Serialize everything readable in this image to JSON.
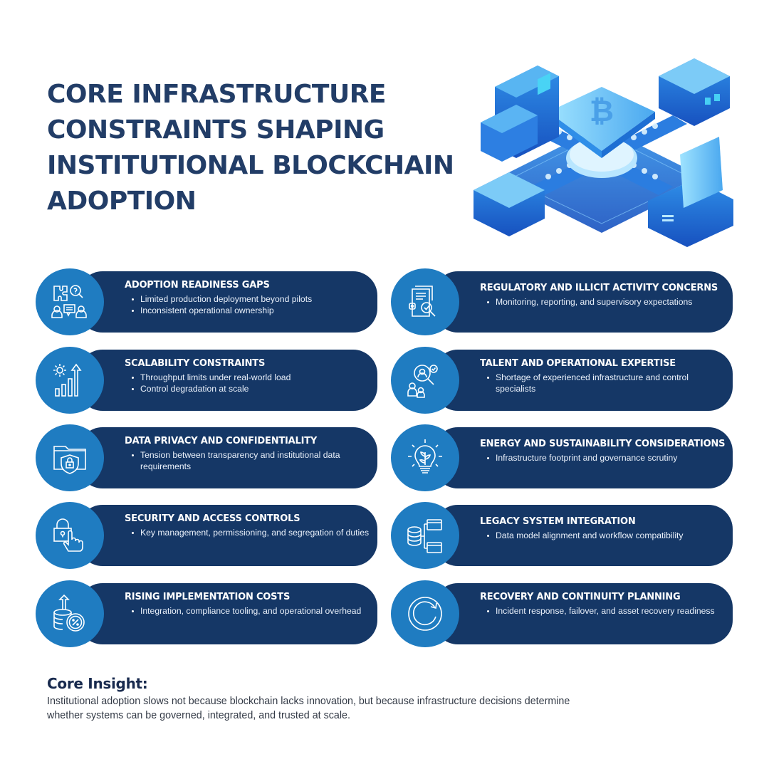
{
  "header": {
    "title": "Core Infrastructure Constraints Shaping Institutional Blockchain Adoption",
    "hero_illustration": "isometric-blockchain-network-icon"
  },
  "colors": {
    "title": "#223d67",
    "card_bar": "#153766",
    "icon_circle": "#1f7cc1",
    "card_text": "#ffffff"
  },
  "cards": [
    {
      "title": "Adoption Readiness Gaps",
      "icon": "puzzle-team-search-icon",
      "bullets": [
        "Limited production deployment beyond pilots",
        "Inconsistent operational ownership"
      ]
    },
    {
      "title": "Regulatory and Illicit Activity Concerns",
      "icon": "compliance-document-search-icon",
      "bullets": [
        "Monitoring, reporting, and supervisory expectations"
      ]
    },
    {
      "title": "Scalability Constraints",
      "icon": "gear-growth-chart-icon",
      "bullets": [
        "Throughput limits under real-world load",
        "Control degradation at scale"
      ]
    },
    {
      "title": "Talent and Operational Expertise",
      "icon": "talent-search-people-icon",
      "bullets": [
        "Shortage of experienced infrastructure and control specialists"
      ]
    },
    {
      "title": "Data Privacy and Confidentiality",
      "icon": "folder-shield-lock-icon",
      "bullets": [
        "Tension between transparency and institutional data requirements"
      ]
    },
    {
      "title": "Energy and Sustainability Considerations",
      "icon": "lightbulb-plant-icon",
      "bullets": [
        "Infrastructure footprint and governance scrutiny"
      ]
    },
    {
      "title": "Security and Access Controls",
      "icon": "lock-hand-pointer-icon",
      "bullets": [
        "Key management, permissioning, and segregation of duties"
      ]
    },
    {
      "title": "Legacy System Integration",
      "icon": "database-windows-tree-icon",
      "bullets": [
        "Data model alignment and workflow compatibility"
      ]
    },
    {
      "title": "Rising Implementation Costs",
      "icon": "coins-percent-arrow-icon",
      "bullets": [
        "Integration, compliance tooling, and operational overhead"
      ]
    },
    {
      "title": "Recovery and Continuity Planning",
      "icon": "circular-arrow-refresh-icon",
      "bullets": [
        "Incident response, failover, and asset recovery readiness"
      ]
    }
  ],
  "insight": {
    "heading": "Core Insight:",
    "text": "Institutional adoption slows not because blockchain lacks innovation, but because infrastructure decisions determine whether systems can be governed, integrated, and trusted at scale."
  }
}
